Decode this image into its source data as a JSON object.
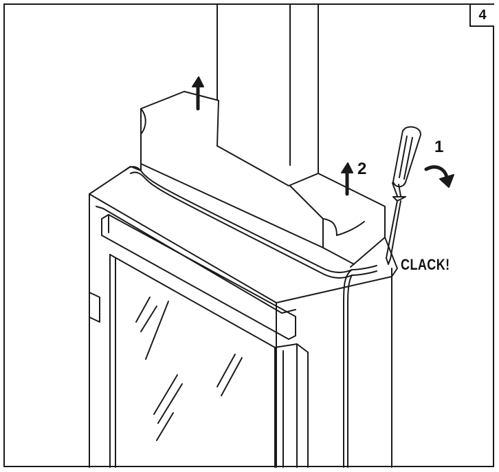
{
  "figure": {
    "step_number": "4",
    "labels": {
      "step_1": "1",
      "step_2": "2",
      "sound": "CLACK!"
    }
  },
  "colors": {
    "line": "#1a1a1a",
    "background": "#ffffff"
  }
}
